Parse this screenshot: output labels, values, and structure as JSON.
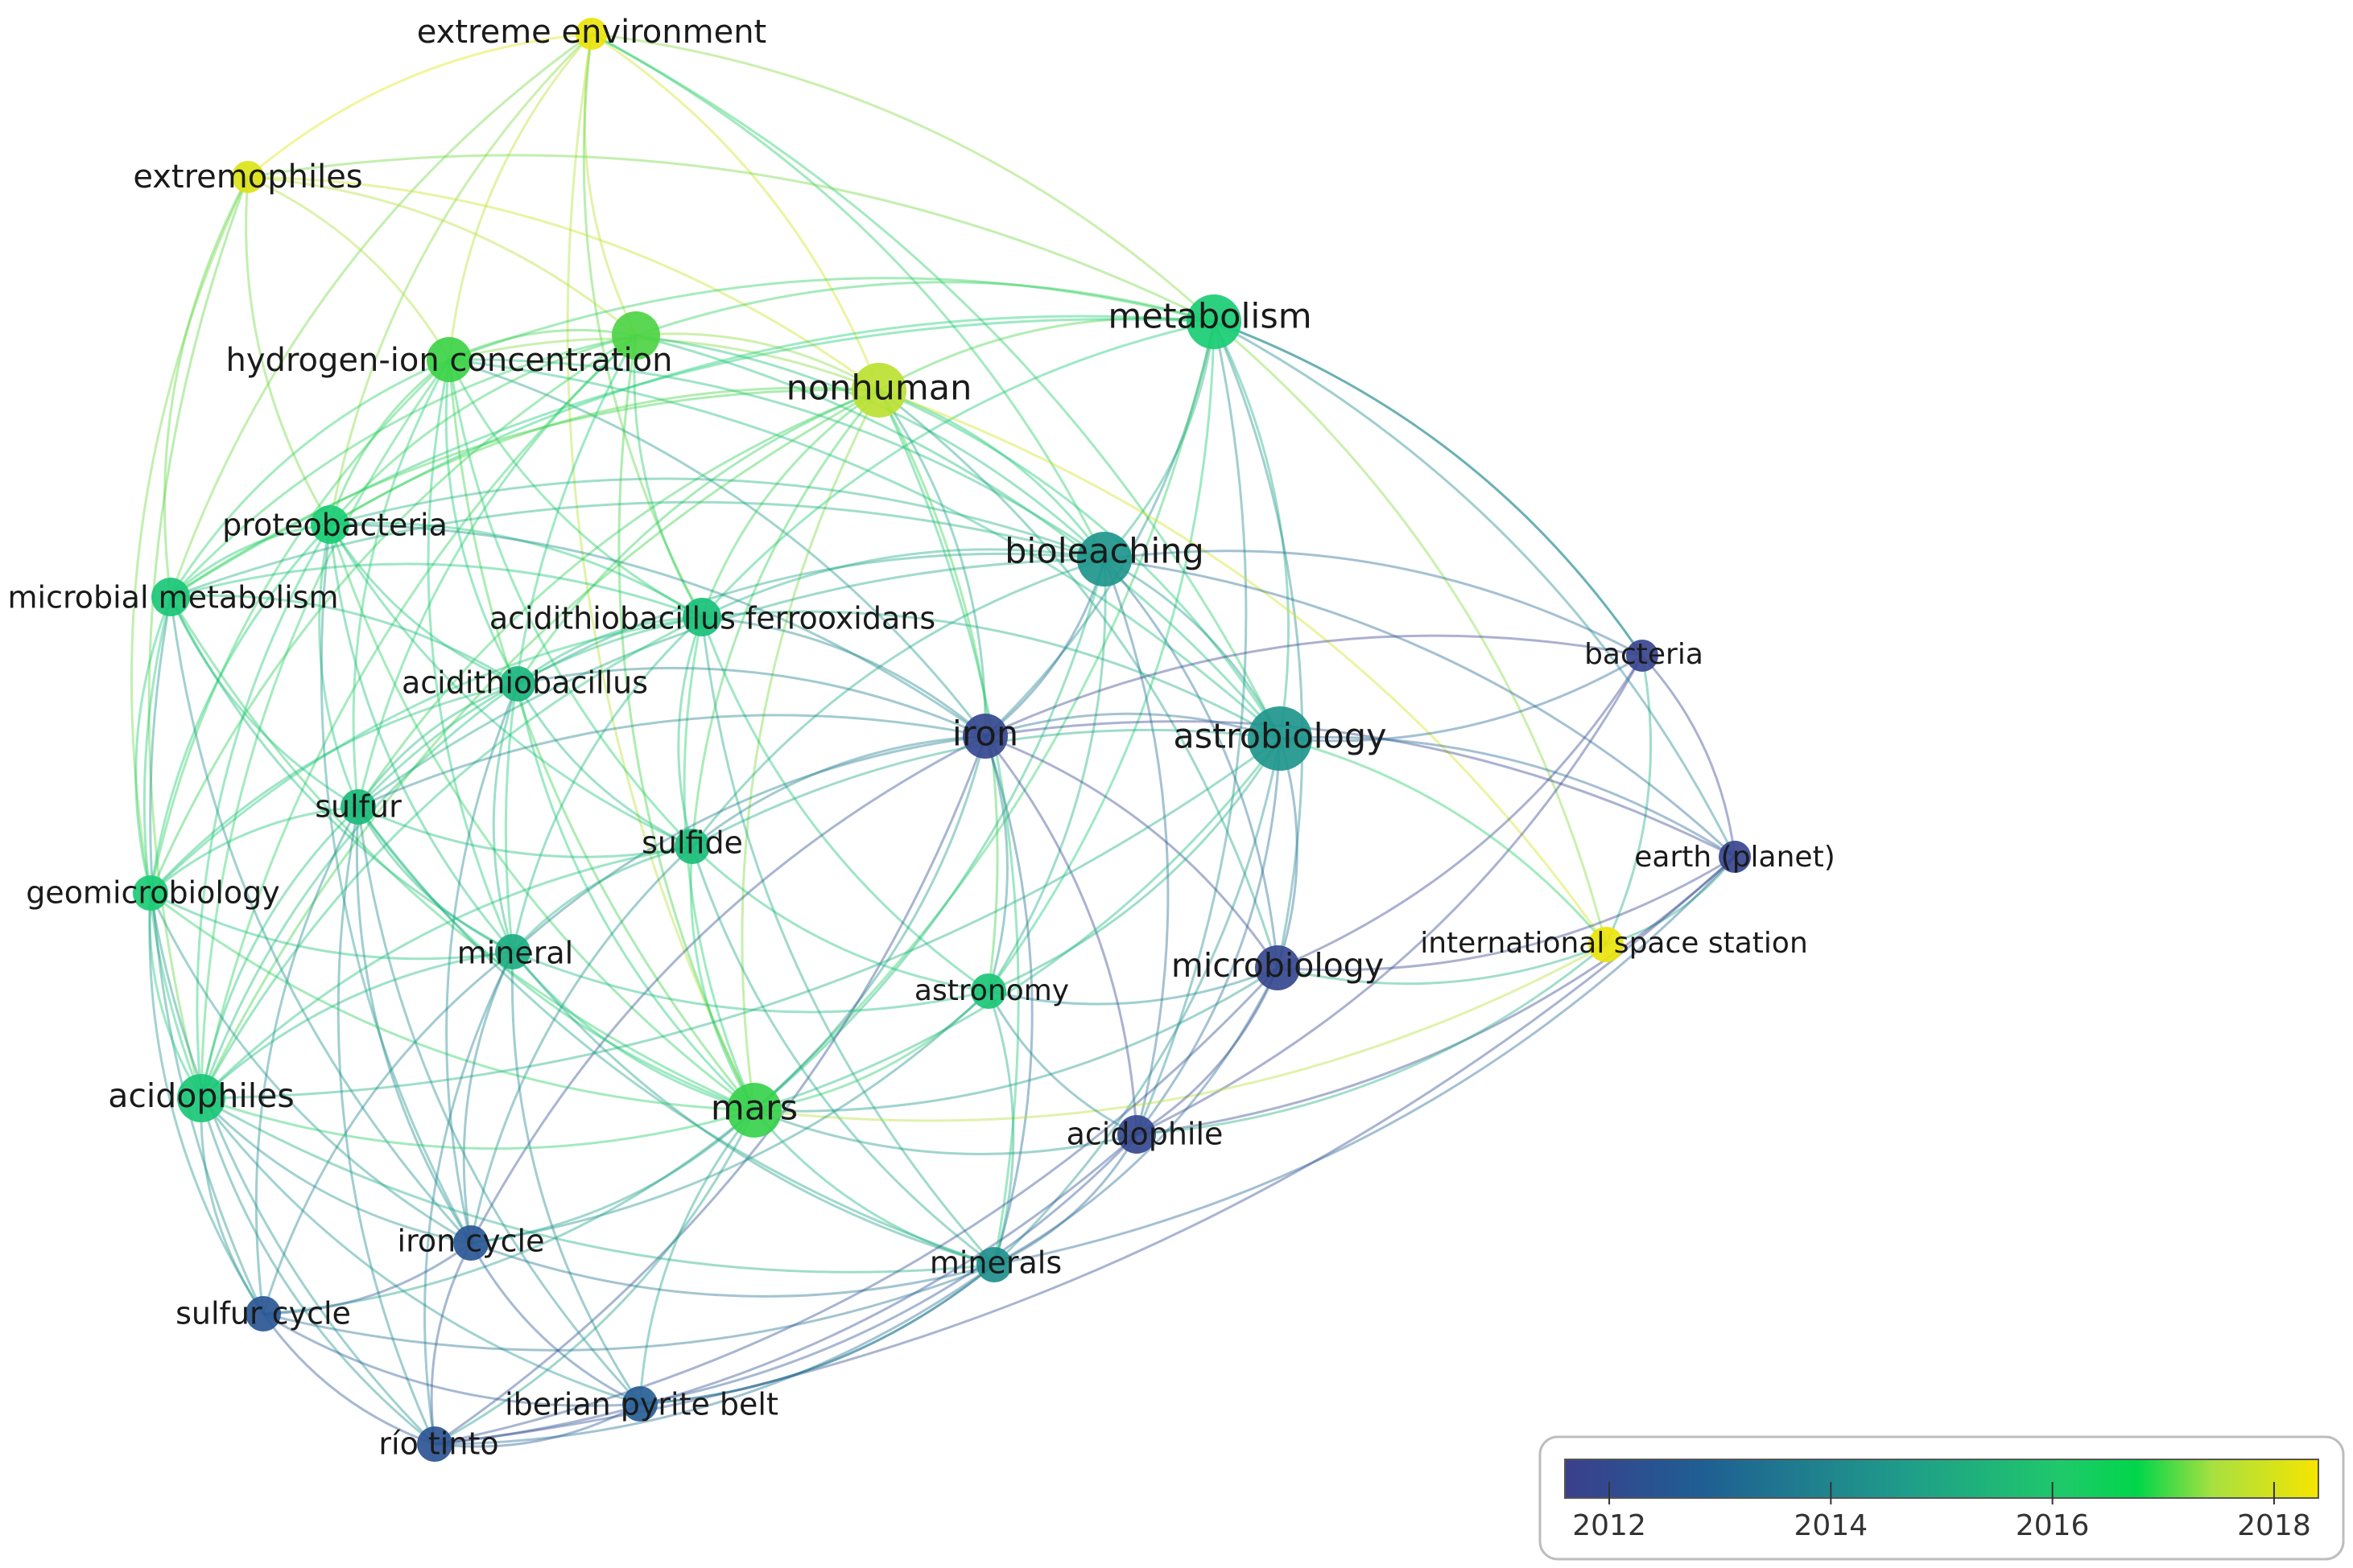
{
  "network": {
    "nodes": [
      {
        "id": "extreme_environment",
        "label": "extreme environment",
        "year": 2018.2
      },
      {
        "id": "extremophiles",
        "label": "extremophiles",
        "year": 2018.0
      },
      {
        "id": "hydrogen_ion",
        "label": "hydrogen-ion concentration",
        "year": 2016.7
      },
      {
        "id": "unlabeled_green",
        "label": "",
        "year": 2016.8
      },
      {
        "id": "metabolism",
        "label": "metabolism",
        "year": 2016.0
      },
      {
        "id": "nonhuman",
        "label": "nonhuman",
        "year": 2017.5
      },
      {
        "id": "proteobacteria",
        "label": "proteobacteria",
        "year": 2016.0
      },
      {
        "id": "bioleaching",
        "label": "bioleaching",
        "year": 2014.2
      },
      {
        "id": "microbial_metabolism",
        "label": "microbial metabolism",
        "year": 2015.8
      },
      {
        "id": "acidithiobacillus_ferrooxidans",
        "label": "acidithiobacillus ferrooxidans",
        "year": 2015.6
      },
      {
        "id": "bacteria",
        "label": "bacteria",
        "year": 2011.8
      },
      {
        "id": "acidithiobacillus",
        "label": "acidithiobacillus",
        "year": 2015.2
      },
      {
        "id": "iron",
        "label": "iron",
        "year": 2011.9
      },
      {
        "id": "astrobiology",
        "label": "astrobiology",
        "year": 2014.2
      },
      {
        "id": "sulfur",
        "label": "sulfur",
        "year": 2015.4
      },
      {
        "id": "sulfide",
        "label": "sulfide",
        "year": 2015.5
      },
      {
        "id": "earth_planet",
        "label": "earth (planet)",
        "year": 2011.8
      },
      {
        "id": "geomicrobiology",
        "label": "geomicrobiology",
        "year": 2016.0
      },
      {
        "id": "mineral",
        "label": "mineral",
        "year": 2015.0
      },
      {
        "id": "international_space_station",
        "label": "international space station",
        "year": 2018.2
      },
      {
        "id": "microbiology",
        "label": "microbiology",
        "year": 2011.9
      },
      {
        "id": "astronomy",
        "label": "astronomy",
        "year": 2015.8
      },
      {
        "id": "acidophiles",
        "label": "acidophiles",
        "year": 2015.8
      },
      {
        "id": "mars",
        "label": "mars",
        "year": 2016.6
      },
      {
        "id": "acidophile",
        "label": "acidophile",
        "year": 2011.9
      },
      {
        "id": "minerals",
        "label": "minerals",
        "year": 2014.0
      },
      {
        "id": "iron_cycle",
        "label": "iron cycle",
        "year": 2012.4
      },
      {
        "id": "sulfur_cycle",
        "label": "sulfur cycle",
        "year": 2012.4
      },
      {
        "id": "iberian_pyrite_belt",
        "label": "iberian pyrite belt",
        "year": 2012.6
      },
      {
        "id": "rio_tinto",
        "label": "río tinto",
        "year": 2012.3
      }
    ]
  },
  "legend": {
    "ticks": [
      "2012",
      "2014",
      "2016",
      "2018"
    ],
    "range": [
      2011.6,
      2018.4
    ],
    "colors": [
      "#3b3f8c",
      "#1f5e93",
      "#1f9c8a",
      "#1fc96a",
      "#00d64a",
      "#a7e040",
      "#f7e500"
    ]
  }
}
